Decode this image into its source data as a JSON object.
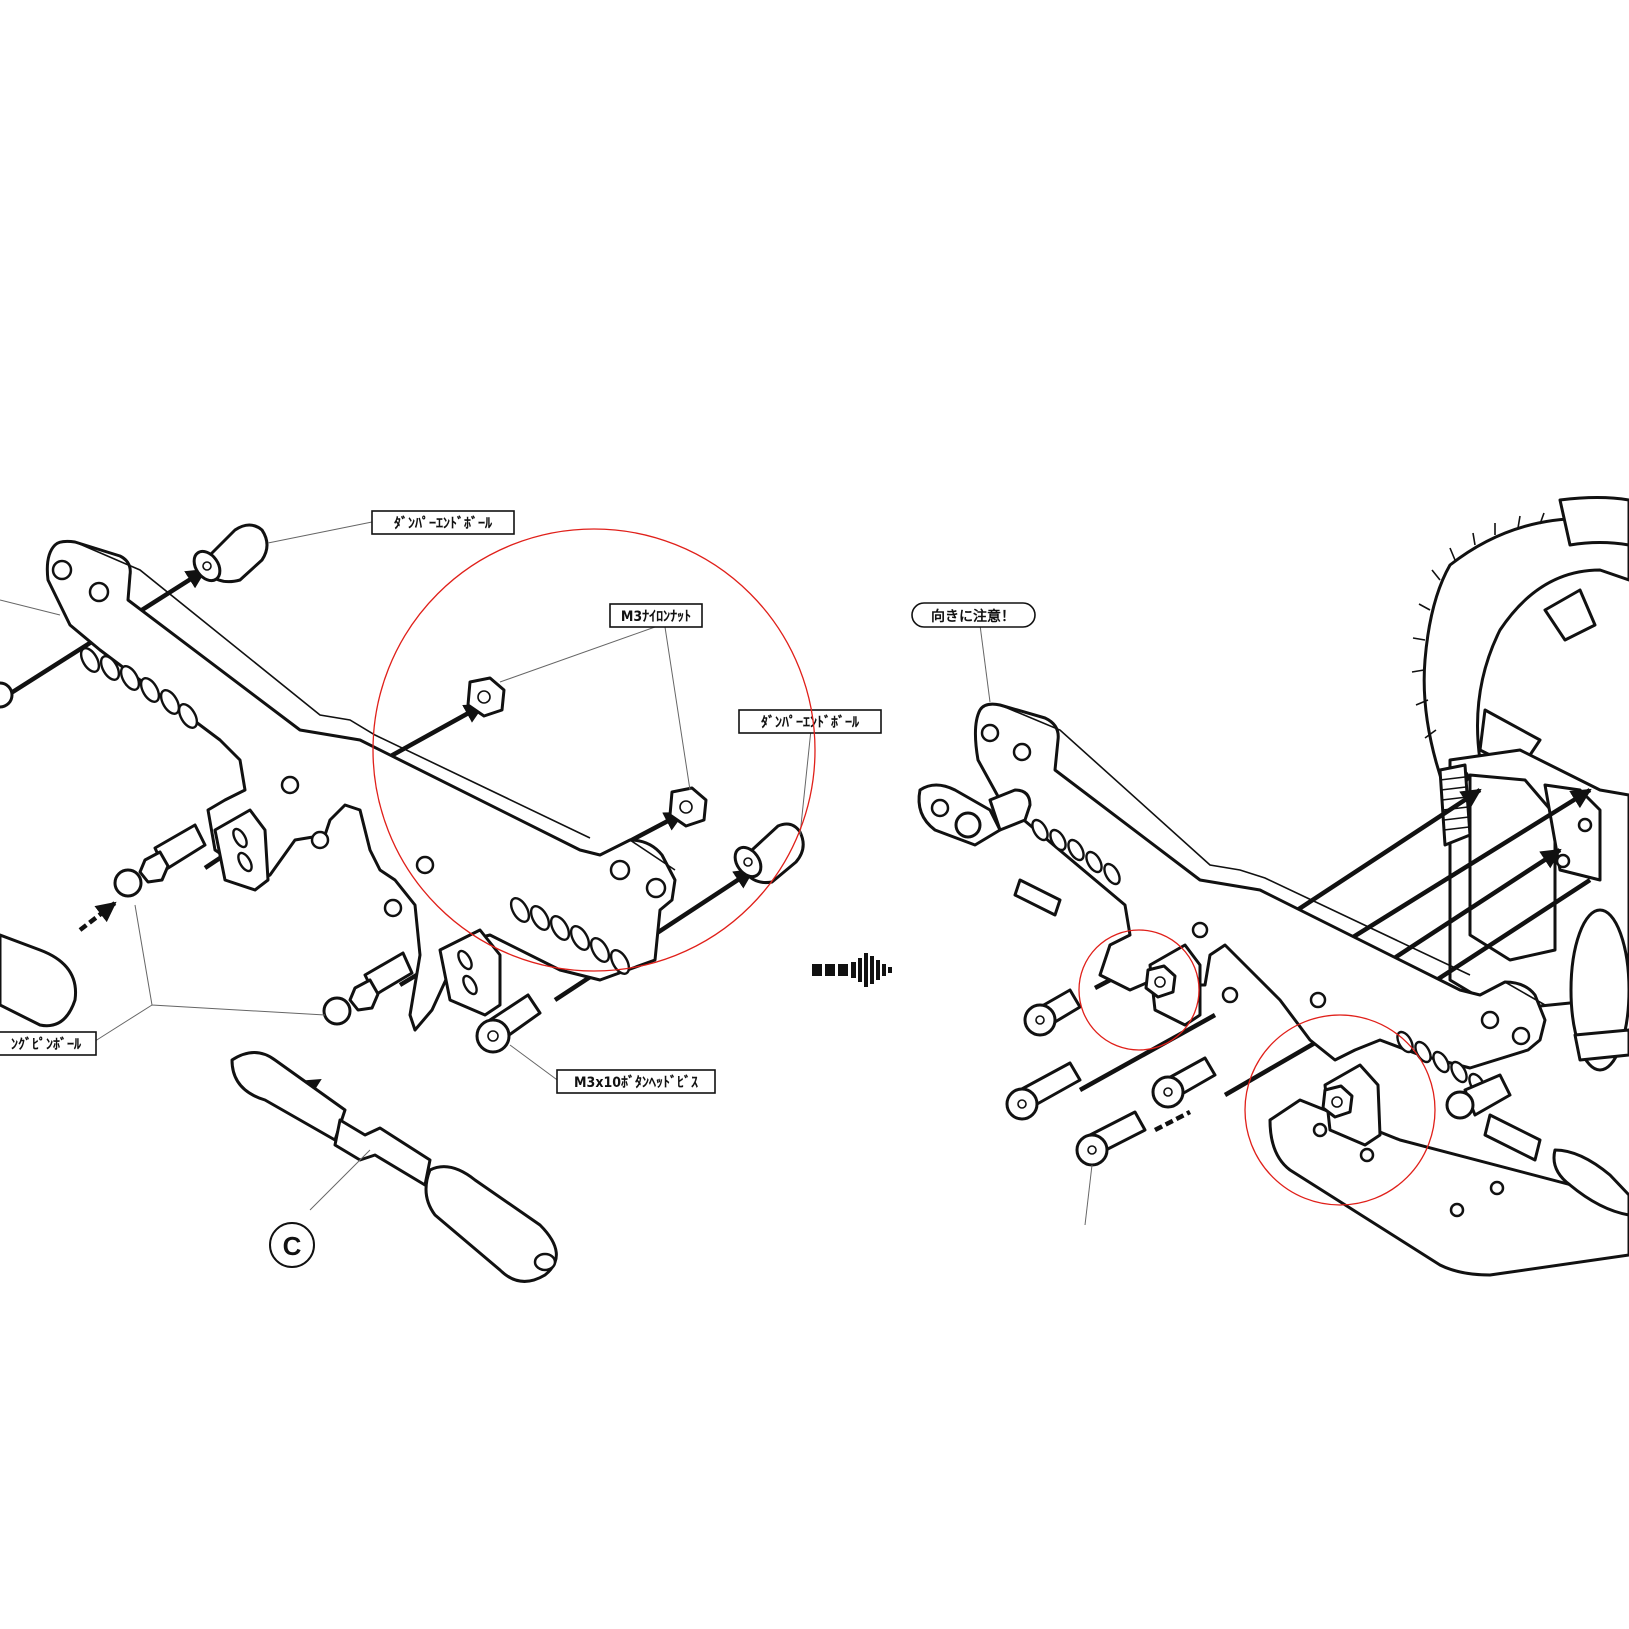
{
  "labels": {
    "damper_end_ball_top": "ﾀﾞﾝﾊﾟｰｴﾝﾄﾞﾎﾞｰﾙ",
    "m3_nylon_nut": "M3ﾅｲﾛﾝﾅｯﾄ",
    "damper_end_ball_right": "ﾀﾞﾝﾊﾟｰｴﾝﾄﾞﾎﾞｰﾙ",
    "pin_ball_left": "ﾝｸﾞﾋﾟﾝﾎﾞｰﾙ",
    "m3x10_button_head": "M3x10ﾎﾞﾀﾝﾍｯﾄﾞﾋﾞｽ",
    "callout_c": "C",
    "orientation_note": "向きに注意！"
  },
  "colors": {
    "line": "#111111",
    "highlight_circle": "#e0201a",
    "leader": "#666666",
    "background": "#ffffff"
  },
  "icons": {
    "step_arrow": "step-arrow-icon"
  }
}
